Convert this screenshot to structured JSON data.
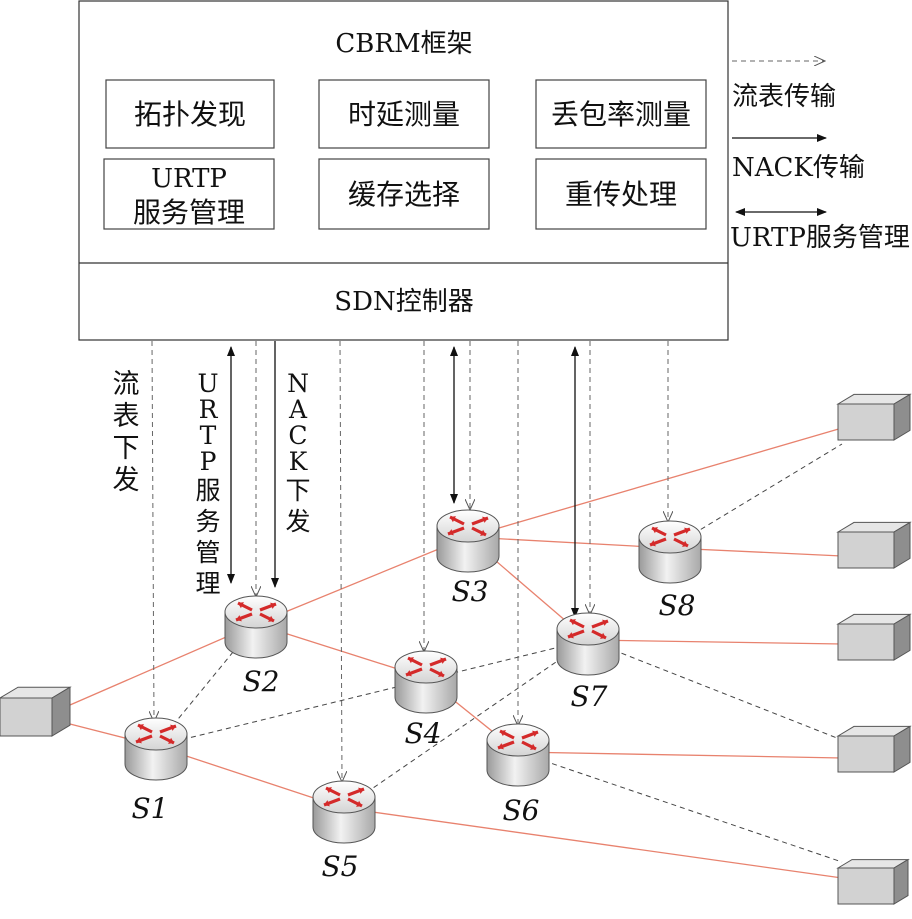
{
  "framework": {
    "title": "CBRM框架",
    "modules": [
      "拓扑发现",
      "时延测量",
      "丢包率测量",
      [
        "URTP",
        "服务管理"
      ],
      "缓存选择",
      "重传处理"
    ],
    "controller": "SDN控制器"
  },
  "legend": [
    {
      "label": "流表传输",
      "style": "dashed"
    },
    {
      "label": "NACK传输",
      "style": "solid"
    },
    {
      "label": "URTP服务管理",
      "style": "double"
    }
  ],
  "annotations": {
    "flow_table_down": [
      "流",
      "表",
      "下",
      "发"
    ],
    "urtp_management": [
      "U",
      "R",
      "T",
      "P",
      "服",
      "务",
      "管",
      "理"
    ],
    "nack_down": [
      "N",
      "A",
      "C",
      "K",
      "下",
      "发"
    ]
  },
  "switches": [
    "S1",
    "S2",
    "S3",
    "S4",
    "S5",
    "S6",
    "S7",
    "S8"
  ],
  "colors": {
    "physical_link": "#e8826e",
    "control_link": "#444444",
    "arrow_red": "#d42a2a"
  }
}
